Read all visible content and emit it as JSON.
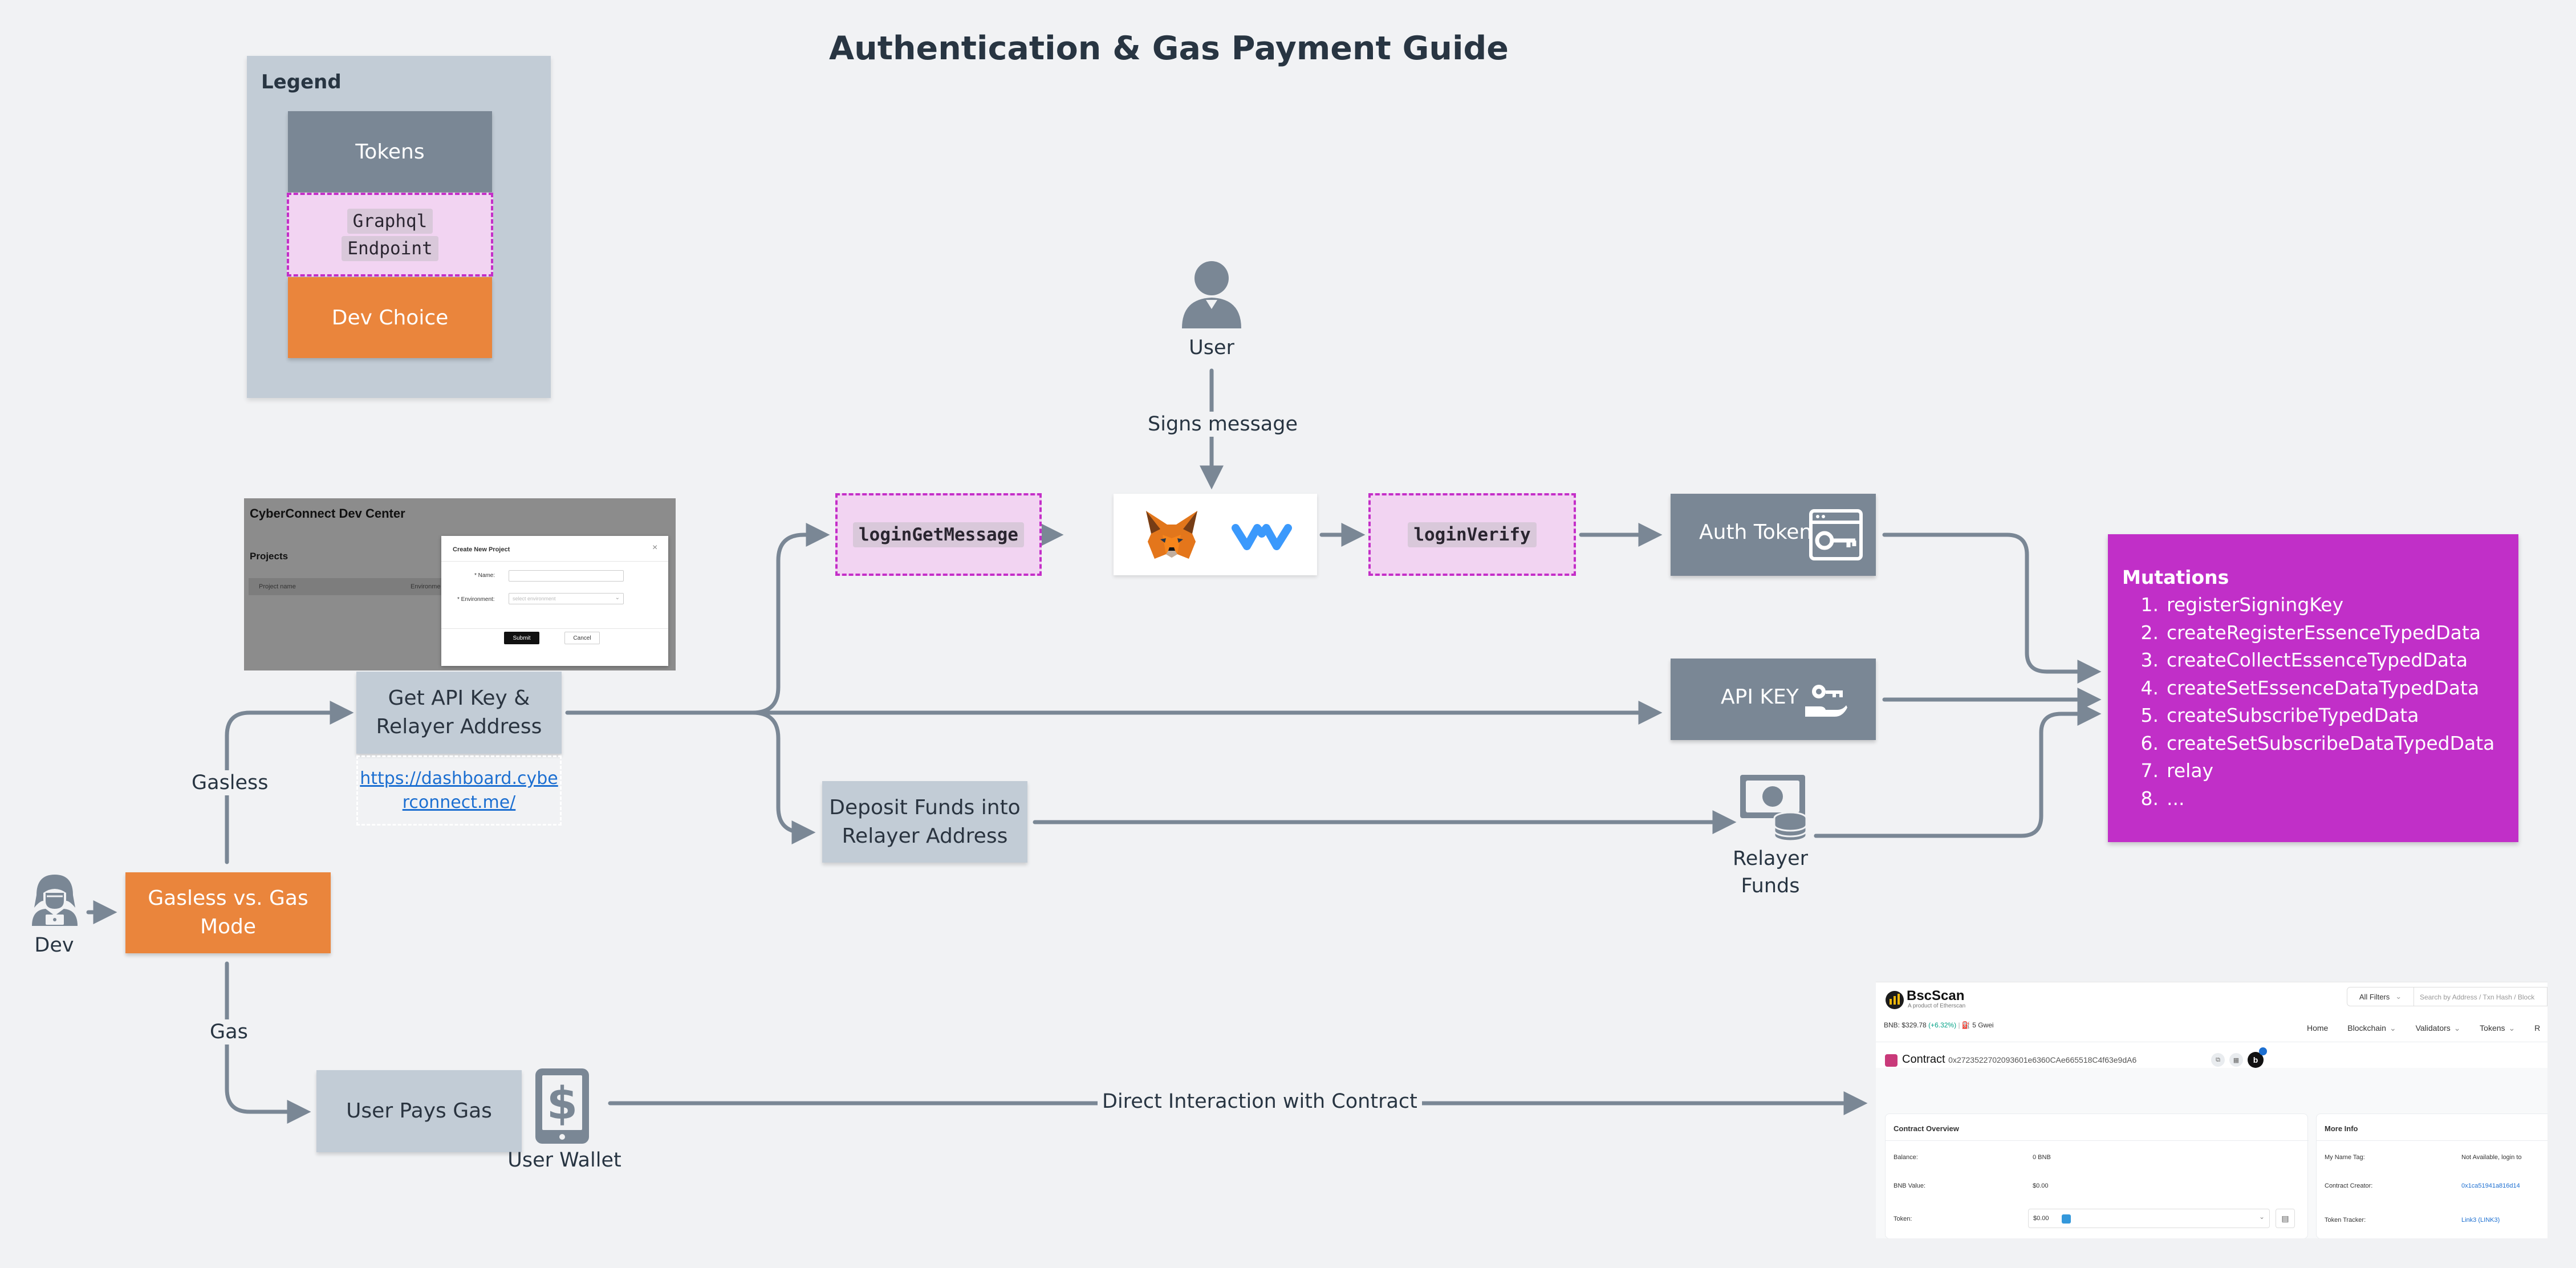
{
  "title": "Authentication & Gas Payment Guide",
  "legend": {
    "heading": "Legend",
    "tokens": "Tokens",
    "graphql_line1": "Graphql",
    "graphql_line2": "Endpoint",
    "dev_choice": "Dev Choice"
  },
  "nodes": {
    "user": "User",
    "signs_message": "Signs message",
    "login_get_message": "loginGetMessage",
    "login_verify": "loginVerify",
    "auth_token": "Auth Token",
    "api_key": "API KEY",
    "get_api_key_line1": "Get API Key &",
    "get_api_key_line2": "Relayer Address",
    "dashboard_link_line1": "https://dashboard.cybe",
    "dashboard_link_line2": "rconnect.me/",
    "deposit_line1": "Deposit Funds into",
    "deposit_line2": "Relayer Address",
    "relayer_funds_line1": "Relayer",
    "relayer_funds_line2": "Funds",
    "dev": "Dev",
    "mode_line1": "Gasless vs. Gas",
    "mode_line2": "Mode",
    "gasless": "Gasless",
    "gas": "Gas",
    "user_pays_gas": "User Pays Gas",
    "user_wallet": "User Wallet",
    "direct_interaction": "Direct Interaction with Contract"
  },
  "mutations": {
    "heading": "Mutations",
    "items": [
      "registerSigningKey",
      "createRegisterEssenceTypedData",
      "createCollectEssenceTypedData",
      "createSetEssenceDataTypedData",
      "createSubscribeTypedData",
      "createSetSubscribeDataTypedData",
      "relay",
      "..."
    ]
  },
  "dev_center_mock": {
    "title": "CyberConnect Dev Center",
    "projects": "Projects",
    "col_project_name": "Project name",
    "col_environment": "Environme",
    "dialog_title": "Create New Project",
    "name_label": "* Name:",
    "env_label": "* Environment:",
    "env_placeholder": "select environment",
    "submit": "Submit",
    "cancel": "Cancel",
    "close": "×"
  },
  "bscscan_mock": {
    "brand": "BscScan",
    "tagline": "A product of Etherscan",
    "price": "BNB: $329.78",
    "change": "(+6.32%)",
    "gas": "5 Gwei",
    "filter": "All Filters",
    "search_placeholder": "Search by Address / Txn Hash / Block",
    "nav": [
      "Home",
      "Blockchain",
      "Validators",
      "Tokens",
      "R"
    ],
    "contract_label": "Contract",
    "contract_address": "0x2723522702093601e6360CAe665518C4f63e9dA6",
    "overview": {
      "heading": "Contract Overview",
      "rows": [
        {
          "label": "Balance:",
          "value": "0 BNB"
        },
        {
          "label": "BNB Value:",
          "value": "$0.00"
        },
        {
          "label": "Token:",
          "value": "$0.00"
        }
      ]
    },
    "more_info": {
      "heading": "More Info",
      "rows": [
        {
          "label": "My Name Tag:",
          "value": "Not Available, login to"
        },
        {
          "label": "Contract Creator:",
          "value": "0x1ca51941a816d14"
        },
        {
          "label": "Token Tracker:",
          "value": "Link3 (LINK3)"
        }
      ]
    }
  },
  "colors": {
    "edge": "#7a8795",
    "grey_node": "#7a8795",
    "light_node": "#c2ccd6",
    "orange": "#ea853c",
    "graphql_fill": "#f2d4f2",
    "graphql_border": "#c42fc8",
    "mutations": "#c12fc8"
  }
}
